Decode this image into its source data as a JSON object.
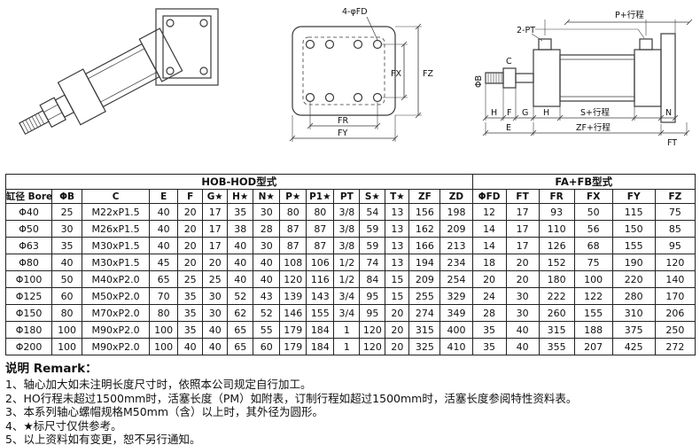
{
  "drawings": {
    "front_view": {
      "hole_label": "4-φFD",
      "fx": "FX",
      "fz": "FZ",
      "fr": "FR",
      "fy": "FY"
    },
    "side_view": {
      "p": "P+行程",
      "pt": "2-PT",
      "b": "ΦB",
      "c": "C",
      "h1": "H",
      "f": "F",
      "g": "G",
      "h2": "H",
      "s": "S+行程",
      "n": "N",
      "e": "E",
      "zf": "ZF+行程",
      "ft": "FT"
    }
  },
  "table": {
    "group_headers": [
      {
        "label": "HOB-HOD型式",
        "colspan": 15
      },
      {
        "label": "FA+FB型式",
        "colspan": 6
      }
    ],
    "columns": [
      "缸径 Bore",
      "ΦB",
      "C",
      "E",
      "F",
      "G★",
      "H★",
      "N★",
      "P★",
      "P1★",
      "PT",
      "S★",
      "T★",
      "ZF",
      "ZD",
      "ΦFD",
      "FT",
      "FR",
      "FX",
      "FY",
      "FZ"
    ],
    "rows": [
      [
        "Φ40",
        "25",
        "M22xP1.5",
        "40",
        "20",
        "17",
        "35",
        "30",
        "80",
        "80",
        "3/8",
        "54",
        "13",
        "156",
        "198",
        "12",
        "17",
        "93",
        "50",
        "115",
        "75"
      ],
      [
        "Φ50",
        "30",
        "M26xP1.5",
        "40",
        "20",
        "17",
        "38",
        "28",
        "87",
        "87",
        "3/8",
        "59",
        "13",
        "162",
        "209",
        "14",
        "17",
        "110",
        "56",
        "150",
        "85"
      ],
      [
        "Φ63",
        "35",
        "M30xP1.5",
        "40",
        "20",
        "17",
        "40",
        "30",
        "87",
        "87",
        "3/8",
        "59",
        "13",
        "166",
        "213",
        "14",
        "17",
        "126",
        "68",
        "155",
        "95"
      ],
      [
        "Φ80",
        "40",
        "M30xP1.5",
        "45",
        "20",
        "20",
        "40",
        "40",
        "108",
        "106",
        "1/2",
        "74",
        "13",
        "194",
        "234",
        "18",
        "20",
        "152",
        "75",
        "190",
        "120"
      ],
      [
        "Φ100",
        "50",
        "M40xP2.0",
        "65",
        "25",
        "25",
        "40",
        "40",
        "120",
        "116",
        "1/2",
        "84",
        "15",
        "209",
        "254",
        "20",
        "20",
        "180",
        "100",
        "220",
        "140"
      ],
      [
        "Φ125",
        "60",
        "M50xP2.0",
        "70",
        "35",
        "30",
        "52",
        "43",
        "139",
        "143",
        "3/4",
        "95",
        "15",
        "255",
        "329",
        "24",
        "30",
        "222",
        "122",
        "280",
        "170"
      ],
      [
        "Φ150",
        "80",
        "M70xP2.0",
        "80",
        "35",
        "30",
        "62",
        "52",
        "146",
        "155",
        "3/4",
        "95",
        "20",
        "274",
        "349",
        "28",
        "30",
        "260",
        "155",
        "310",
        "206"
      ],
      [
        "Φ180",
        "100",
        "M90xP2.0",
        "100",
        "35",
        "40",
        "65",
        "55",
        "179",
        "184",
        "1",
        "120",
        "20",
        "315",
        "400",
        "35",
        "40",
        "315",
        "188",
        "375",
        "250"
      ],
      [
        "Φ200",
        "100",
        "M90xP2.0",
        "100",
        "40",
        "40",
        "65",
        "60",
        "179",
        "184",
        "1",
        "120",
        "20",
        "325",
        "410",
        "35",
        "40",
        "355",
        "207",
        "425",
        "272"
      ]
    ]
  },
  "remarks": {
    "title": "说明 Remark：",
    "items": [
      "1、轴心加大如未注明长度尺寸时，依照本公司规定自行加工。",
      "2、HO行程未超过1500mm时，活塞长度（PM）如附表，订制行程如超过1500mm时，活塞长度参阅特性资料表。",
      "3、本系列轴心螺帽规格M50mm（含）以上时，其外径为圆形。",
      "4、★标尺寸仅供参考。",
      "5、以上资料如有变更，恕不另行通知。"
    ]
  }
}
